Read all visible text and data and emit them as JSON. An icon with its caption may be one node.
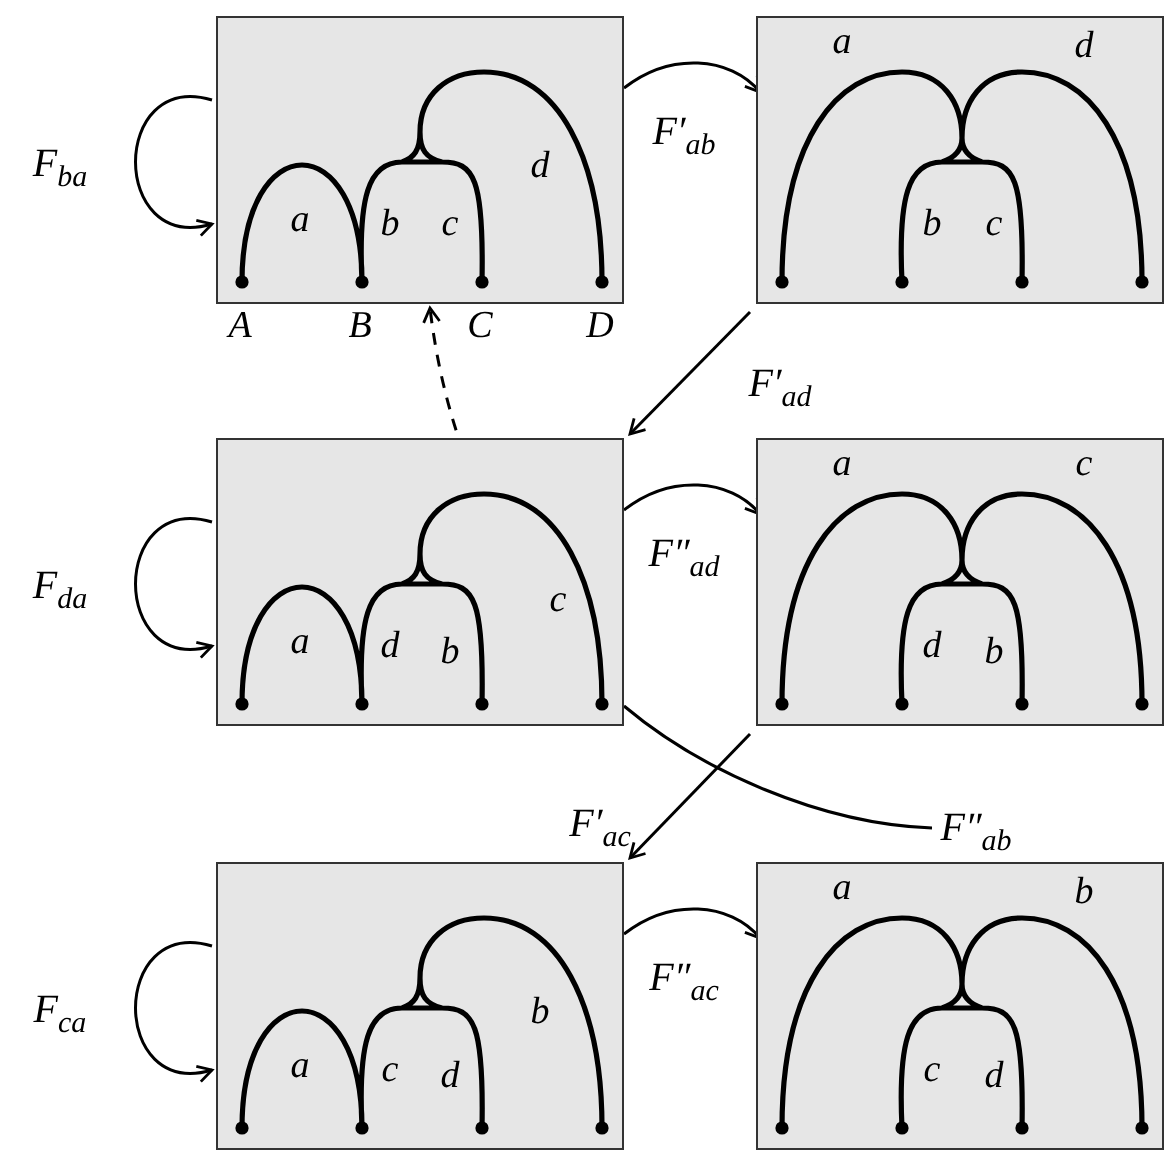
{
  "diagram": {
    "nodes": [
      {
        "text": [
          "d",
          "a",
          "b",
          "c"
        ],
        "beside": [
          "A",
          "B",
          "C",
          "D"
        ]
      },
      {
        "text": [
          "a",
          "d",
          "b",
          "c"
        ]
      },
      {
        "text": [
          "c",
          "a",
          "d",
          "b"
        ]
      },
      {
        "text": [
          "a",
          "c",
          "d",
          "b"
        ]
      },
      {
        "text": [
          "b",
          "a",
          "c",
          "d"
        ]
      },
      {
        "text": [
          "a",
          "b",
          "c",
          "d"
        ]
      },
      {
        "text": [
          "F″$_{ab}$"
        ]
      }
    ],
    "edges": [
      {
        "from": 0,
        "to": 0,
        "arrow": "to",
        "label": "F$_{ba}$"
      },
      {
        "from": 0,
        "to": 1,
        "arrow": "to",
        "label": "F′$_{ab}$"
      },
      {
        "from": 1,
        "to": 2,
        "arrow": "to",
        "label": "F′$_{ad}$"
      },
      {
        "from": 2,
        "to": 2,
        "arrow": "to",
        "label": "F$_{da}$"
      },
      {
        "from": 2,
        "to": 3,
        "arrow": "to",
        "label": "F″$_{ad}$"
      },
      {
        "from": 2,
        "to": 0,
        "arrow": "to",
        "style": "dashed"
      },
      {
        "from": 3,
        "to": 4,
        "arrow": "to",
        "label": "F′$_{ac}$"
      },
      {
        "from": 4,
        "to": 4,
        "arrow": "to",
        "label": "F$_{ca}$"
      },
      {
        "from": 4,
        "to": 5,
        "arrow": "to",
        "label": "F″$_{ac}$"
      },
      {
        "from": 6,
        "to": 2,
        "arrow": "none"
      }
    ]
  }
}
